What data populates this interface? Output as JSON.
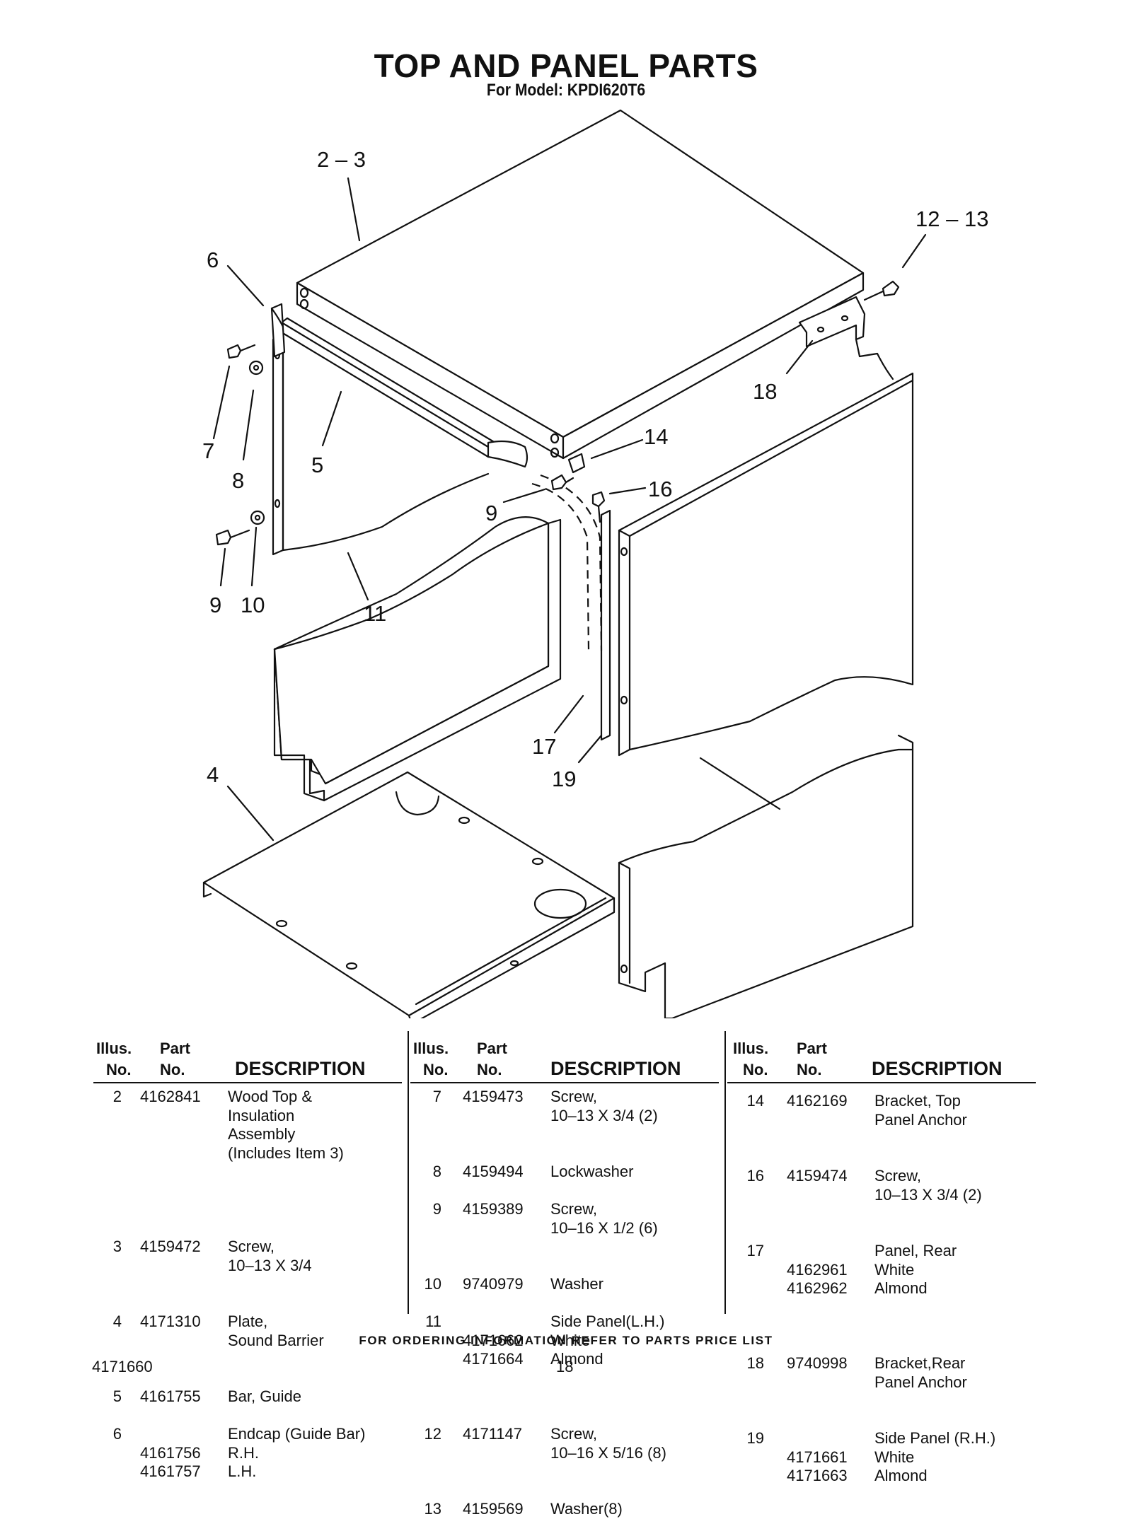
{
  "header": {
    "title": "TOP AND PANEL PARTS",
    "subtitle": "For Model: KPDI620T6"
  },
  "callouts": [
    "2 – 3",
    "12 – 13",
    "6",
    "18",
    "14",
    "16",
    "7",
    "8",
    "5",
    "9",
    "9",
    "10",
    "11",
    "17",
    "19",
    "4"
  ],
  "table_headers": {
    "illus_1": "Illus.",
    "illus_2": "No.",
    "part_1": "Part",
    "part_2": "No.",
    "desc": "DESCRIPTION"
  },
  "columns": [
    [
      {
        "no": "2",
        "part": [
          "4162841"
        ],
        "desc": [
          "Wood Top &",
          "Insulation",
          "Assembly",
          "(Includes Item 3)"
        ]
      },
      {
        "no": "3",
        "part": [
          "4159472"
        ],
        "desc": [
          "Screw,",
          "10–13 X 3/4"
        ]
      },
      {
        "no": "4",
        "part": [
          "4171310"
        ],
        "desc": [
          "Plate,",
          "Sound Barrier"
        ]
      },
      {
        "no": "5",
        "part": [
          "4161755"
        ],
        "desc": [
          "Bar, Guide"
        ]
      },
      {
        "no": "6",
        "part": [
          "",
          "4161756",
          "4161757"
        ],
        "desc": [
          "Endcap (Guide Bar)",
          "R.H.",
          "L.H."
        ]
      }
    ],
    [
      {
        "no": "7",
        "part": [
          "4159473"
        ],
        "desc": [
          "Screw,",
          "10–13 X 3/4 (2)"
        ]
      },
      {
        "no": "8",
        "part": [
          "4159494"
        ],
        "desc": [
          "Lockwasher"
        ]
      },
      {
        "no": "9",
        "part": [
          "4159389"
        ],
        "desc": [
          "Screw,",
          "10–16 X 1/2 (6)"
        ]
      },
      {
        "no": "10",
        "part": [
          "9740979"
        ],
        "desc": [
          "Washer"
        ]
      },
      {
        "no": "11",
        "part": [
          "",
          "4171662",
          "4171664"
        ],
        "desc": [
          "Side Panel(L.H.)",
          "White",
          "Almond"
        ]
      },
      {
        "no": "12",
        "part": [
          "4171147"
        ],
        "desc": [
          "Screw,",
          "10–16 X 5/16 (8)"
        ]
      },
      {
        "no": "13",
        "part": [
          "4159569"
        ],
        "desc": [
          "Washer(8)"
        ]
      }
    ],
    [
      {
        "no": "14",
        "part": [
          "4162169"
        ],
        "desc": [
          "Bracket, Top",
          "Panel Anchor"
        ]
      },
      {
        "no": "16",
        "part": [
          "4159474"
        ],
        "desc": [
          "Screw,",
          "10–13 X 3/4 (2)"
        ]
      },
      {
        "no": "17",
        "part": [
          "",
          "4162961",
          "4162962"
        ],
        "desc": [
          "Panel, Rear",
          "White",
          "Almond"
        ]
      },
      {
        "no": "18",
        "part": [
          "9740998"
        ],
        "desc": [
          "Bracket,Rear",
          "Panel Anchor"
        ]
      },
      {
        "no": "19",
        "part": [
          "",
          "4171661",
          "4171663"
        ],
        "desc": [
          "Side Panel (R.H.)",
          "White",
          "Almond"
        ]
      }
    ]
  ],
  "footer": {
    "ordering_note": "FOR ORDERING INFORMATION REFER TO PARTS PRICE LIST",
    "doc_number": "4171660",
    "page_number": "18"
  }
}
